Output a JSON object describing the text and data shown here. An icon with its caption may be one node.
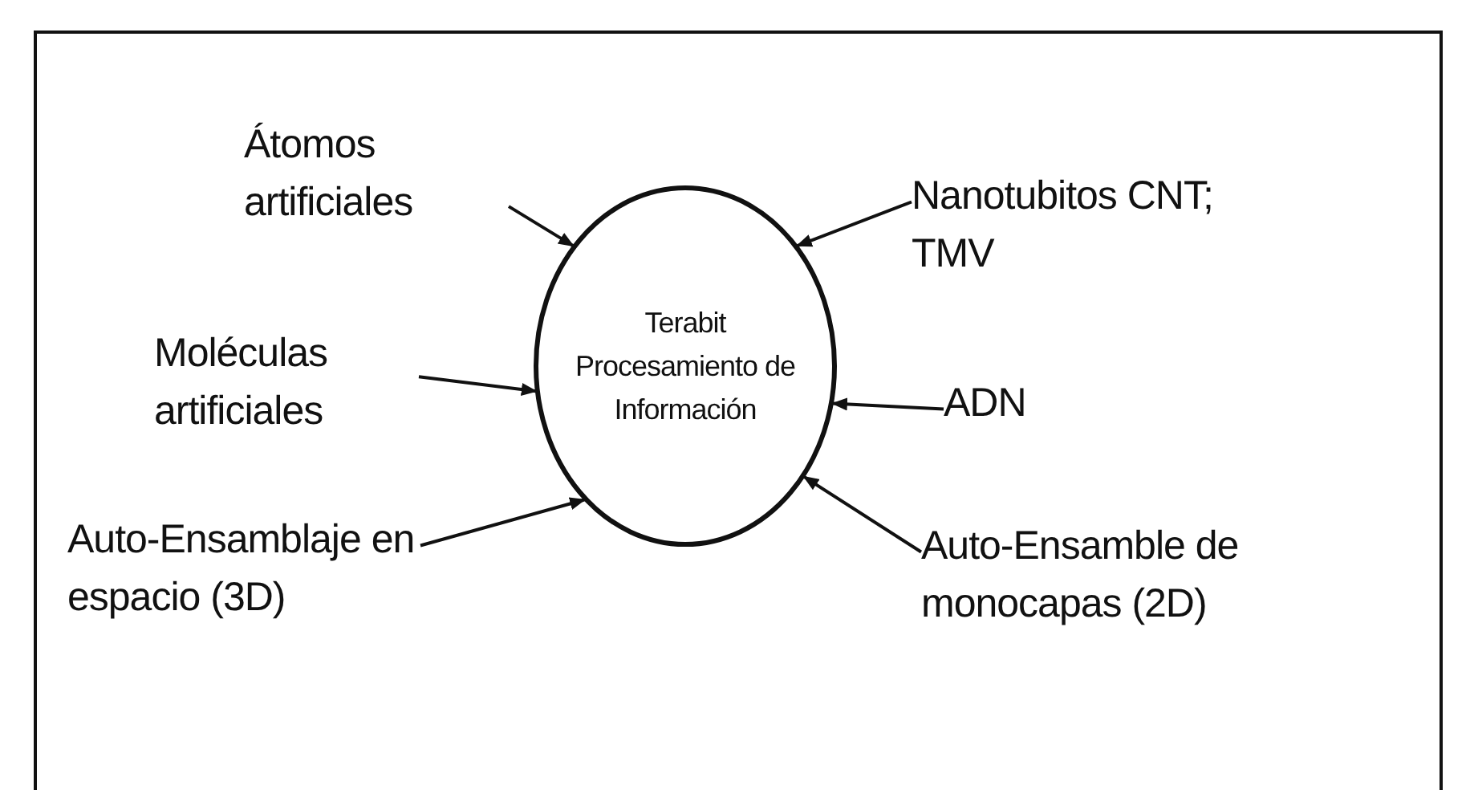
{
  "diagram": {
    "nodes": [
      {
        "text": [
          "Terabit Procesamiento de Información"
        ]
      },
      {
        "text": [
          "Átomos artificiales"
        ]
      },
      {
        "text": [
          "Nanotubitos CNT; TMV"
        ]
      },
      {
        "text": [
          "Moléculas artificiales"
        ]
      },
      {
        "text": [
          "ADN"
        ]
      },
      {
        "text": [
          "Auto-Ensamblaje en espacio (3D)"
        ]
      },
      {
        "text": [
          "Auto-Ensamble de monocapas (2D)"
        ]
      }
    ],
    "edges": [
      {
        "from": 1,
        "to": 0,
        "arrow": "to"
      },
      {
        "from": 2,
        "to": 0,
        "arrow": "to"
      },
      {
        "from": 3,
        "to": 0,
        "arrow": "to"
      },
      {
        "from": 4,
        "to": 0,
        "arrow": "to"
      },
      {
        "from": 5,
        "to": 0,
        "arrow": "to"
      },
      {
        "from": 6,
        "to": 0,
        "arrow": "to"
      }
    ]
  }
}
